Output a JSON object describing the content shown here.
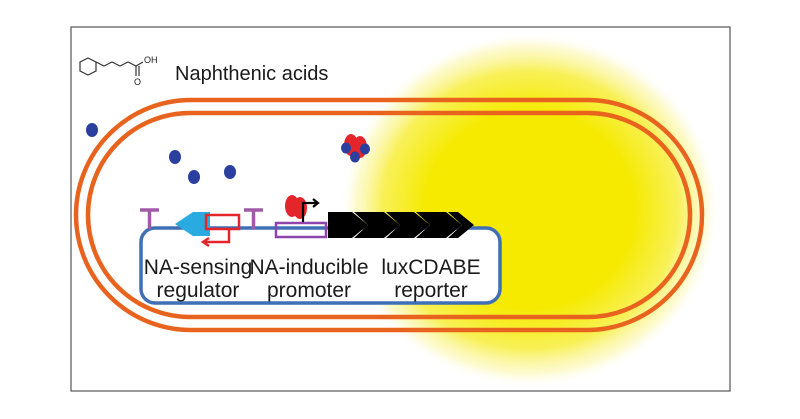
{
  "compound": {
    "name": "Naphthenic acids",
    "oh_label": "OH",
    "o_label": "O"
  },
  "parts": {
    "regulator": {
      "line1": "NA-sensing",
      "line2": "regulator"
    },
    "promoter": {
      "line1": "NA-inducible",
      "line2": "promoter"
    },
    "reporter": {
      "line1": "luxCDABE",
      "line2": "reporter"
    }
  },
  "colors": {
    "glow": "#f5ea00",
    "membrane": "#e8641e",
    "plasmid": "#3f6fb5",
    "molecule": "#2a3f9e",
    "regulator_gene": "#29abe2",
    "terminator": "#a05aa8",
    "promoter_box": "#8e44ad",
    "protein": "#e3262b",
    "lux_genes": "#000000",
    "frame": "#555555"
  },
  "icons": {
    "molecule": "naphthenic-acid-molecule-icon",
    "terminator": "terminator-icon",
    "promoter_arrow": "promoter-arrow-icon",
    "regulator_protein": "regulator-protein-icon"
  }
}
